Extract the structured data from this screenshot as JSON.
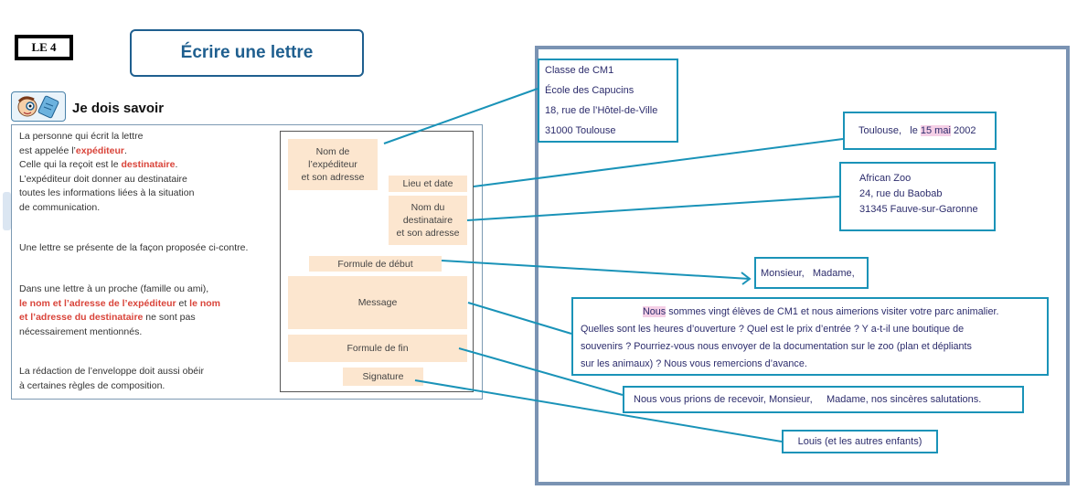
{
  "badge": "LE 4",
  "title": "Écrire une lettre",
  "section": {
    "title": "Je dois savoir",
    "icon": "student-reading-icon"
  },
  "explanations": {
    "p1": {
      "line1": "La personne qui écrit la lettre",
      "line2_pre": "est appelée l’",
      "line2_term": "expéditeur",
      "line2_post": ".",
      "line3_pre": "Celle qui la reçoit est le ",
      "line3_term": "destinataire",
      "line3_post": ".",
      "line4": "L’expéditeur doit donner au destinataire",
      "line5": "toutes les informations liées à la situation",
      "line6": "de communication."
    },
    "p2": "Une lettre se présente de la façon proposée ci-contre.",
    "p3": {
      "line1": "Dans une lettre à un proche (famille ou ami),",
      "line2_term1": "le nom et l’adresse de l’expéditeur",
      "line2_mid": " et ",
      "line2_term2": "le nom",
      "line3_term": "et l’adresse du destinataire",
      "line3_post": " ne sont pas",
      "line4": "nécessairement mentionnés."
    },
    "p4": {
      "line1": "La rédaction de l’enveloppe doit aussi obéir",
      "line2": "à certaines règles de composition."
    }
  },
  "scheme": {
    "sender": [
      "Nom de",
      "l’expéditeur",
      "et son adresse"
    ],
    "place_date": "Lieu et date",
    "recipient": [
      "Nom du",
      "destinataire",
      "et son adresse"
    ],
    "opening": "Formule de début",
    "message": "Message",
    "closing": "Formule de fin",
    "signature": "Signature"
  },
  "letter": {
    "sender": [
      "Classe de CM1",
      "École des Capucins",
      "18, rue de l’Hôtel-de-Ville",
      "31000 Toulouse"
    ],
    "date": {
      "place": "Toulouse,",
      "le": "le",
      "day_month": "15 mai",
      "year": "2002"
    },
    "recipient": [
      "African Zoo",
      "24, rue du Baobab",
      "31345 Fauve-sur-Garonne"
    ],
    "opening": {
      "part1": "Monsieur,",
      "part2": "Madame,"
    },
    "message": {
      "first_word": "Nous",
      "line1": " sommes vingt élèves de CM1 et nous aimerions visiter votre parc animalier.",
      "line2": "Quelles sont les heures d’ouverture ? Quel est le prix d’entrée ? Y a-t-il une boutique de",
      "line3": "souvenirs ? Pourriez-vous nous envoyer de la documentation sur le zoo (plan et dépliants",
      "line4": "sur les animaux) ? Nous vous remercions d’avance."
    },
    "closing": {
      "part1": "Nous vous prions de recevoir, Monsieur,",
      "part2": "Madame, nos sincères salutations."
    },
    "signature": "Louis (et les autres enfants)"
  },
  "colors": {
    "title_blue": "#1f5f8f",
    "highlight_red": "#d9443a",
    "tag_fill": "#fce6cf",
    "connector_blue": "#1a93b8",
    "frame_blue": "#7a93b3",
    "letter_text": "#2c2c6c"
  }
}
